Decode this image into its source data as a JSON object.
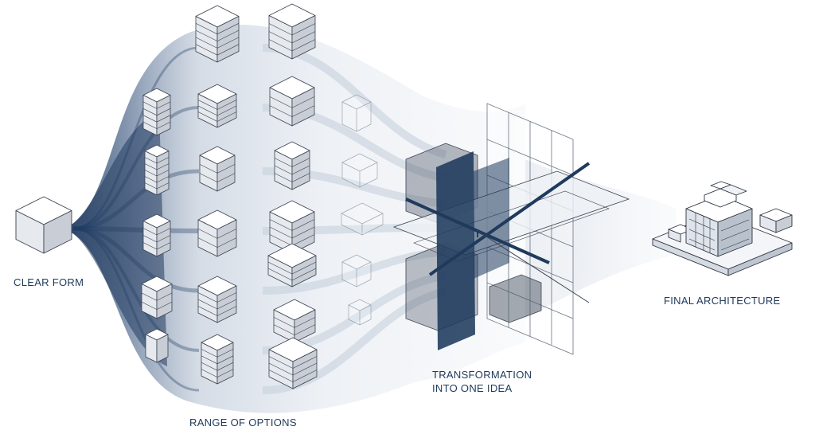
{
  "stages": {
    "clear_form": "CLEAR FORM",
    "range_of_options": "RANGE OF OPTIONS",
    "transformation_line1": "TRANSFORMATION",
    "transformation_line2": "INTO ONE IDEA",
    "final_architecture": "FINAL ARCHITECTURE"
  },
  "colors": {
    "navy": "#1f3a5c",
    "line": "#3a4350",
    "face_top": "#ffffff",
    "face_left": "#e6e9ee",
    "face_right": "#c9ced6",
    "flow_dark": "#203b61",
    "flow_light": "#dfe5ee"
  }
}
